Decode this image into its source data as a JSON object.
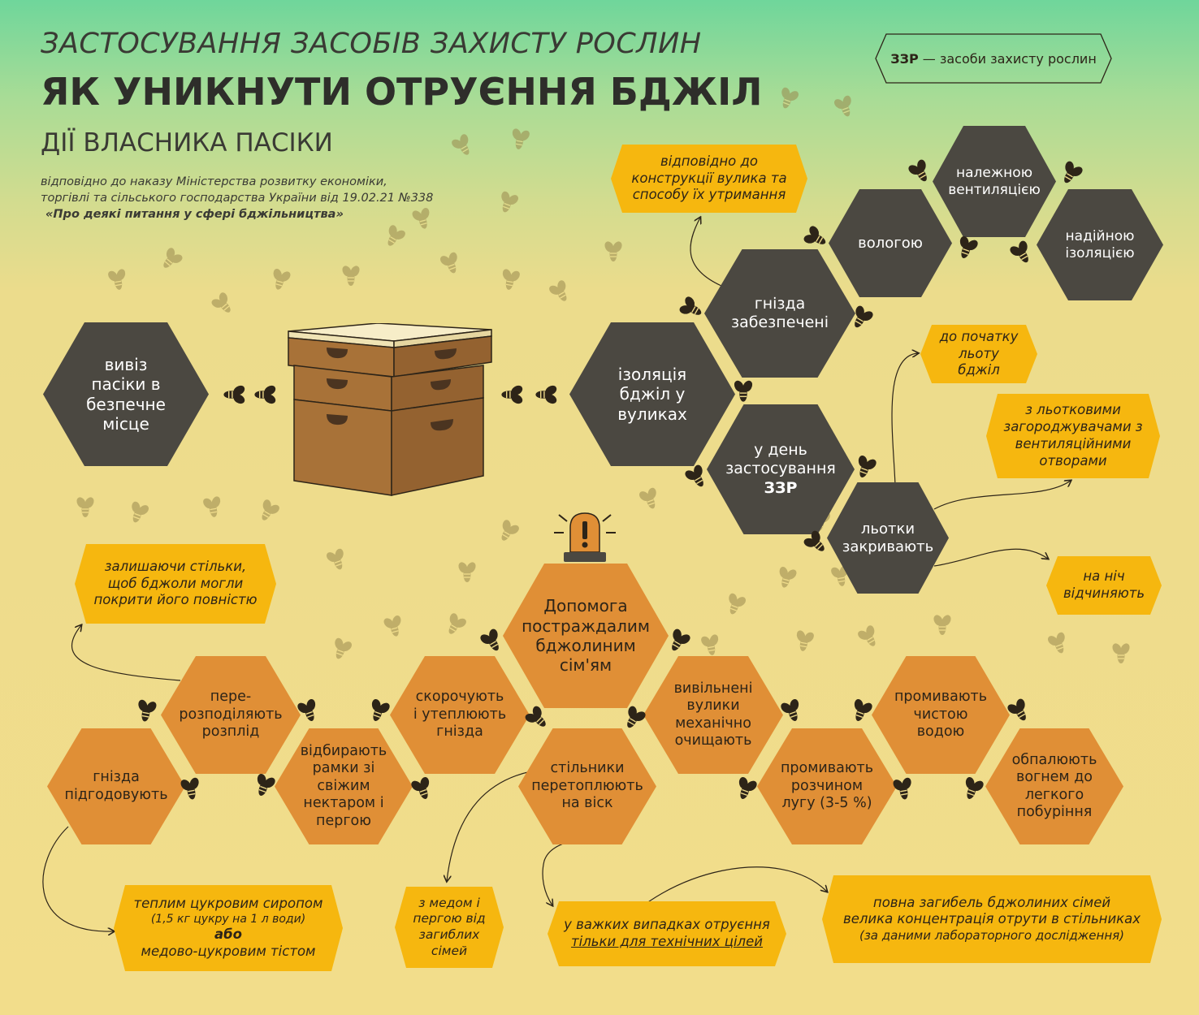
{
  "header": {
    "title_top": "ЗАСТОСУВАННЯ ЗАСОБІВ ЗАХИСТУ РОСЛИН",
    "title_main": "ЯК УНИКНУТИ ОТРУЄННЯ БДЖІЛ",
    "subtitle": "ДІЇ ВЛАСНИКА ПАСІКИ",
    "source_line1": "відповідно до наказу Міністерства розвитку економіки,",
    "source_line2": "торгівлі та сільського господарства України від 19.02.21 №338",
    "source_line3": "«Про деякі питання у сфері бджільництва»"
  },
  "legend": {
    "abbr": "ЗЗР",
    "text": " — засоби захисту рослин"
  },
  "top_section": {
    "relocate": "вивіз пасіки в безпечне місце",
    "isolation": "ізоляція бджіл у вуликах",
    "nests_provided": "гнізда забезпечені",
    "moisture": "вологою",
    "ventilation": "належною вентиляцією",
    "insulation": "надійною ізоляцією",
    "hive_note": "відповідно до конструкції вулика та способу їх утримання",
    "on_day_prefix": "у день застосування",
    "on_day_abbr": "ЗЗР",
    "entrances_closed": "льотки закривають",
    "before_flight": "до початку льоту бджіл",
    "with_barriers": "з льотковими загороджувачами з вентиляційними отворами",
    "open_at_night": "на ніч відчиняють"
  },
  "bottom_section": {
    "help": "Допомога постраждалим бджолиним сім'ям",
    "redistribute": "пере- розподіляють розплід",
    "leave_combs": "залишаючи стільки, щоб бджоли могли покрити його повністю",
    "feed_nests": "гнізда підгодовують",
    "syrup_line1": "теплим цукровим сиропом",
    "syrup_line2": "(1,5 кг цукру на 1 л води)",
    "syrup_line3": "або",
    "syrup_line4": "медово-цукровим тістом",
    "remove_frames": "відбирають рамки зі свіжим нектаром і пергою",
    "shrink_nests": "скорочують і утеплюють гнізда",
    "melt_combs": "стільники перетоплюють на віск",
    "with_honey": "з медом і пергою від загиблих сімей",
    "severe_line1": "у важких випадках отруєння",
    "severe_line2": "тільки для технічних цілей",
    "cleaned_hives": "вивільнені вулики механічно очищають",
    "wash_lye": "промивають розчином лугу (3-5 %)",
    "wash_water": "промивають чистою водою",
    "burn": "обпалюють вогнем до легкого побуріння",
    "death_line1": "повна загибель бджолиних сімей",
    "death_line2": "велика концентрація отрути в стільниках",
    "death_line3": "(за даними лабораторного дослідження)"
  },
  "colors": {
    "dark_hex": "#4b4841",
    "orange_hex": "#e08f36",
    "yellow_note": "#f6b70f",
    "hive_wood": "#a87238"
  },
  "icons": [
    "bee-icon",
    "beehive-icon",
    "alarm-beacon-icon"
  ]
}
